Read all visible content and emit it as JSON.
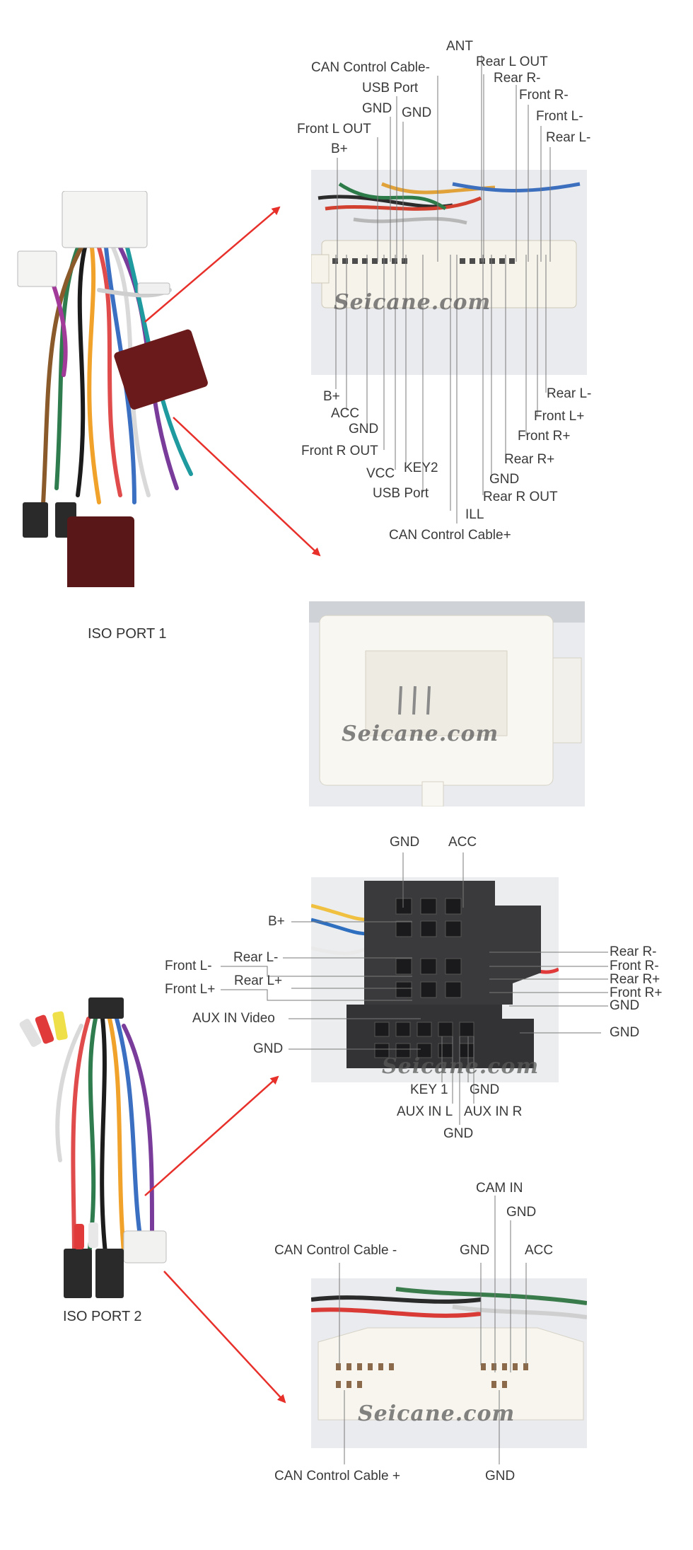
{
  "watermark": "Seicane.com",
  "ports": {
    "port1": "ISO PORT 1",
    "port2": "ISO PORT 2"
  },
  "labels": {
    "c1top": {
      "ant": "ANT",
      "can_minus": "CAN Control Cable-",
      "usb_port": "USB Port",
      "gnd_a": "GND",
      "gnd_b": "GND",
      "front_l_out": "Front L OUT",
      "b_plus": "B+",
      "rear_l_out": "Rear L OUT",
      "rear_r_minus": "Rear R-",
      "front_r_minus": "Front R-",
      "front_l_minus": "Front L-",
      "rear_l_minus": "Rear L-"
    },
    "c1bottom": {
      "b_plus": "B+",
      "acc": "ACC",
      "gnd": "GND",
      "front_r_out": "Front R OUT",
      "vcc": "VCC",
      "key2": "KEY2",
      "usb_port": "USB Port",
      "ill": "ILL",
      "can_plus": "CAN Control Cable+",
      "rear_l_minus": "Rear L-",
      "front_l_plus": "Front L+",
      "front_r_plus": "Front R+",
      "rear_r_plus": "Rear R+",
      "gnd2": "GND",
      "rear_r_out": "Rear R OUT"
    },
    "c3": {
      "gnd_top": "GND",
      "acc": "ACC",
      "b_plus": "B+",
      "rear_l_minus": "Rear L-",
      "front_l_minus": "Front L-",
      "rear_l_plus": "Rear L+",
      "front_l_plus": "Front L+",
      "aux_video": "AUX IN Video",
      "gnd_left": "GND",
      "rear_r_minus": "Rear R-",
      "front_r_minus": "Front R-",
      "rear_r_plus": "Rear R+",
      "front_r_plus": "Front R+",
      "gnd_right1": "GND",
      "gnd_right2": "GND",
      "key1": "KEY 1",
      "gnd_b1": "GND",
      "aux_l": "AUX IN L",
      "aux_r": "AUX IN R",
      "gnd_b2": "GND"
    },
    "c4": {
      "cam_in": "CAM IN",
      "gnd_a": "GND",
      "can_minus": "CAN Control Cable -",
      "gnd_b": "GND",
      "acc": "ACC",
      "can_plus": "CAN Control Cable +",
      "gnd_bottom": "GND"
    }
  },
  "colors": {
    "arrow": "#e8302b",
    "leader": "#7a7a7a",
    "photo_bg": "#e9ebee",
    "connector": "#f6f3ea"
  }
}
